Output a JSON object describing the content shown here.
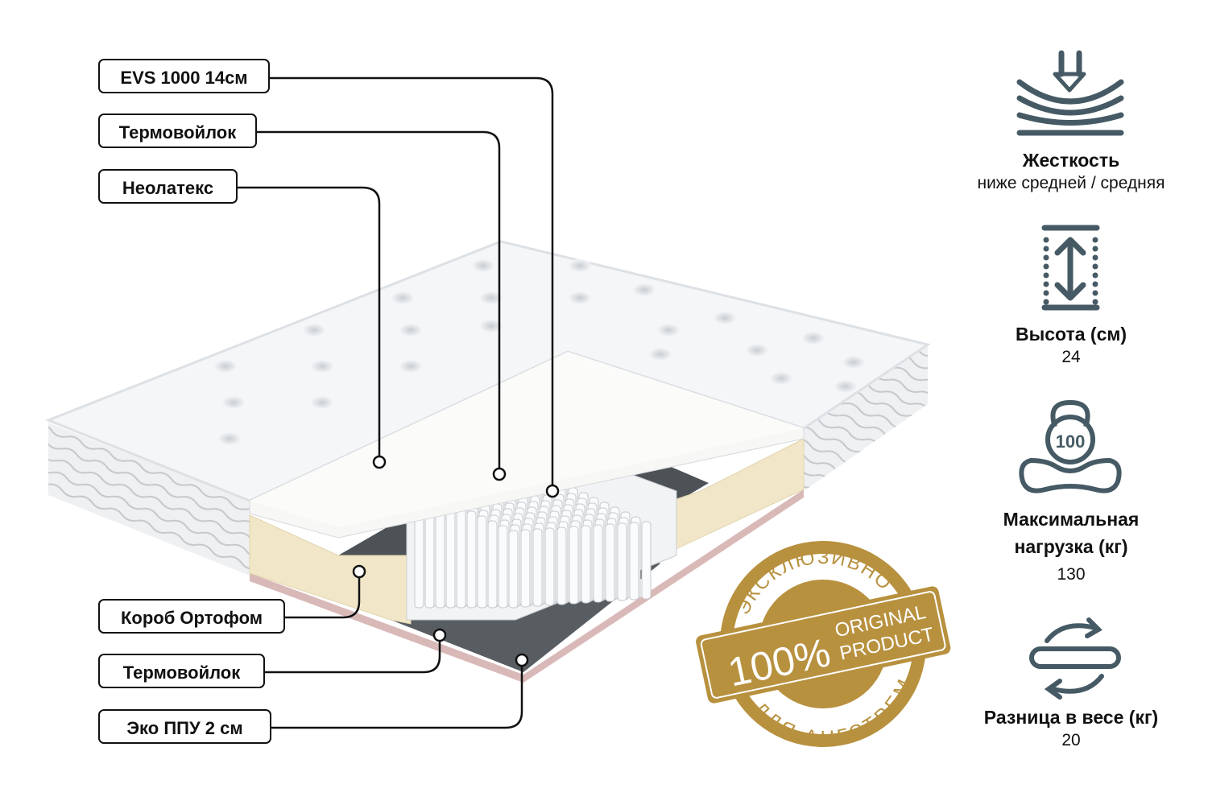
{
  "layers_top": [
    {
      "label": "EVS 1000 14см"
    },
    {
      "label": "Термовойлок"
    },
    {
      "label": "Неолатекс"
    }
  ],
  "layers_bottom": [
    {
      "label": "Короб Ортофом"
    },
    {
      "label": "Термовойлок"
    },
    {
      "label": "Эко ППУ 2 см"
    }
  ],
  "badge": {
    "top_arc": "ЭКСКЛЮЗИВНО",
    "bottom_arc": "ДЛЯ АНГСТРЕМ",
    "percent": "100%",
    "line1": "ORIGINAL",
    "line2": "PRODUCT",
    "color": "#b8913f"
  },
  "specs": [
    {
      "icon": "firmness-icon",
      "title": "Жесткость",
      "value": "ниже средней / средняя"
    },
    {
      "icon": "height-icon",
      "title": "Высота (см)",
      "value": "24"
    },
    {
      "icon": "weight-load-icon",
      "title": "Максимальная нагрузка (кг)",
      "title_line1": "Максимальная",
      "title_line2": "нагрузка (кг)",
      "value": "130",
      "icon_text": "100"
    },
    {
      "icon": "rotate-icon",
      "title": "Разница в весе (кг)",
      "value": "20"
    }
  ],
  "icon_color": "#455a64"
}
